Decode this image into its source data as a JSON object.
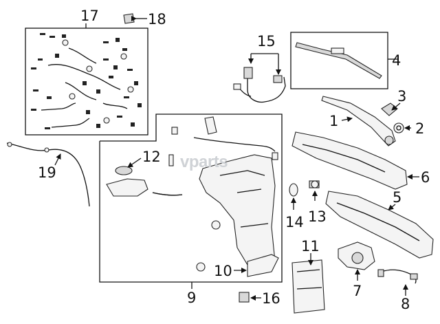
{
  "watermark": "vparts",
  "callouts": {
    "c1": "1",
    "c2": "2",
    "c3": "3",
    "c4": "4",
    "c5": "5",
    "c6": "6",
    "c7": "7",
    "c8": "8",
    "c9": "9",
    "c10": "10",
    "c11": "11",
    "c12": "12",
    "c13": "13",
    "c14": "14",
    "c15": "15",
    "c16": "16",
    "c17": "17",
    "c18": "18",
    "c19": "19"
  },
  "colors": {
    "line": "#111111",
    "part_fill": "#f4f4f4",
    "part_shade": "#d9d9d9",
    "watermark": "#cfd2d6"
  }
}
